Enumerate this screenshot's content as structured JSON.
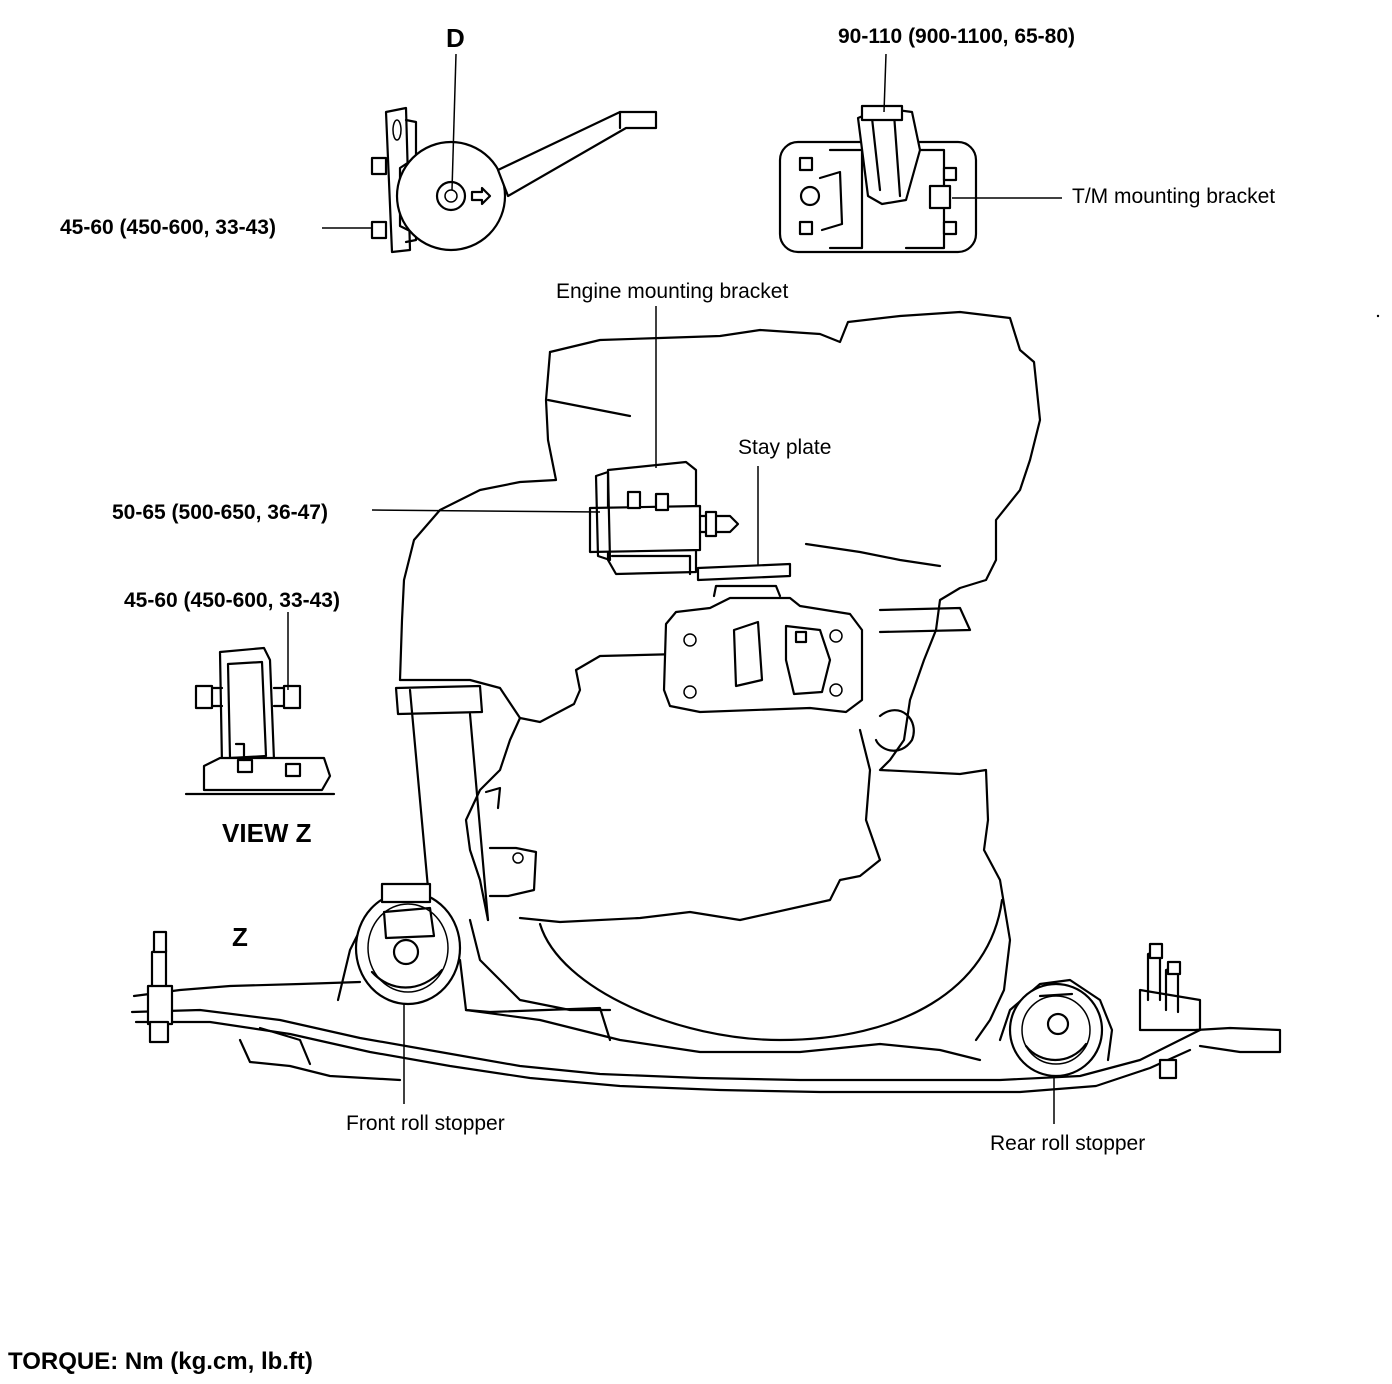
{
  "labels": {
    "detail_d_letter": "D",
    "torque_d_bolt": "45-60 (450-600, 33-43)",
    "torque_tm_bolt": "90-110 (900-1100, 65-80)",
    "tm_mounting_bracket": "T/M mounting bracket",
    "engine_mounting_bracket": "Engine mounting bracket",
    "stay_plate": "Stay plate",
    "torque_engine_bracket": "50-65 (500-650, 36-47)",
    "torque_view_z_bolt": "45-60 (450-600, 33-43)",
    "view_z": "VIEW Z",
    "z_marker": "Z",
    "front_roll_stopper": "Front roll stopper",
    "rear_roll_stopper": "Rear roll stopper"
  },
  "footer": {
    "torque_prefix": "TORQUE:",
    "torque_units": "Nm (kg.cm, lb.ft)"
  }
}
